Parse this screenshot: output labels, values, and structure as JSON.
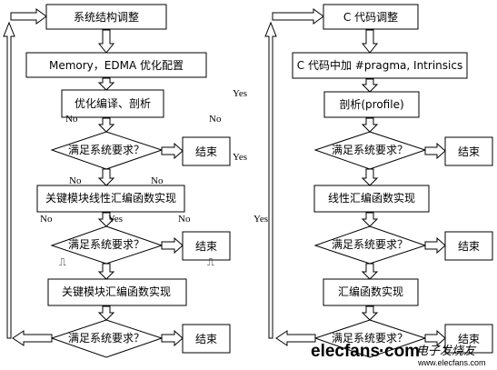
{
  "left": {
    "steps": {
      "s1": "系统结构调整",
      "s2": "Memory，EDMA 优化配置",
      "s3": "优化编译、剖析",
      "s4": "关键模块线性汇编函数实现",
      "s5": "关键模块汇编函数实现"
    },
    "decision": "满足系统要求？",
    "end": "结束"
  },
  "right": {
    "steps": {
      "s1": "C 代码调整",
      "s2": "C 代码中加 #pragma, Intrinsics",
      "s3": "剖析(profile)",
      "s4": "线性汇编函数实现",
      "s5": "汇编函数实现"
    },
    "decision": "满足系统要求？",
    "end": "结束"
  },
  "labels": {
    "yes": "Yes",
    "no": "No"
  },
  "watermark": {
    "logo_prefix": "elecfans",
    "logo_dot": "·",
    "logo_suffix": "com",
    "chinese": "电子发烧友",
    "url": "www.elecfans.com"
  }
}
